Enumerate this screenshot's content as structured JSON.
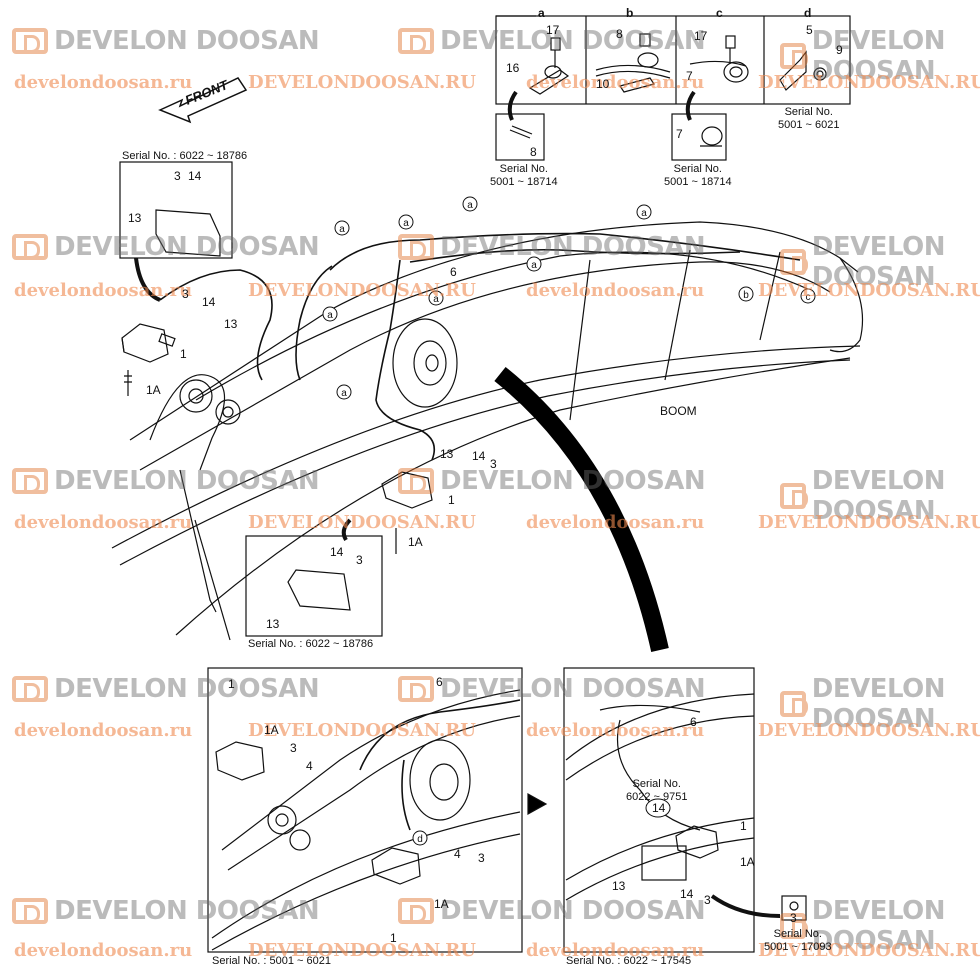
{
  "watermark": {
    "brand": "DEVELON DOOSAN",
    "url_lower": "develondoosan.ru",
    "url_upper": "DEVELONDOOSAN.RU"
  },
  "diagram": {
    "front_label": "FRONT",
    "boom_label": "BOOM",
    "detail_headers": [
      "a",
      "b",
      "c",
      "d"
    ],
    "serials": {
      "s1": "Serial No.  : 6022 ~ 18786",
      "s2": "Serial No.  : 6022 ~ 18786",
      "s3": "Serial No.\n5001 ~ 18714",
      "s4": "Serial No.\n5001 ~ 18714",
      "s5": "Serial No.\n5001 ~ 6021",
      "s6": "Serial No.  : 5001 ~ 6021",
      "s7": "Serial No.  : 6022 ~ 17545",
      "s8": "Serial No.\n6022 ~ 9751",
      "s9": "Serial No.\n5001 ~ 17093"
    },
    "part_numbers": [
      "1",
      "1A",
      "3",
      "4",
      "5",
      "6",
      "7",
      "8",
      "9",
      "10",
      "13",
      "14",
      "16",
      "17"
    ],
    "callout_letters": [
      "a",
      "b",
      "c",
      "d"
    ]
  }
}
